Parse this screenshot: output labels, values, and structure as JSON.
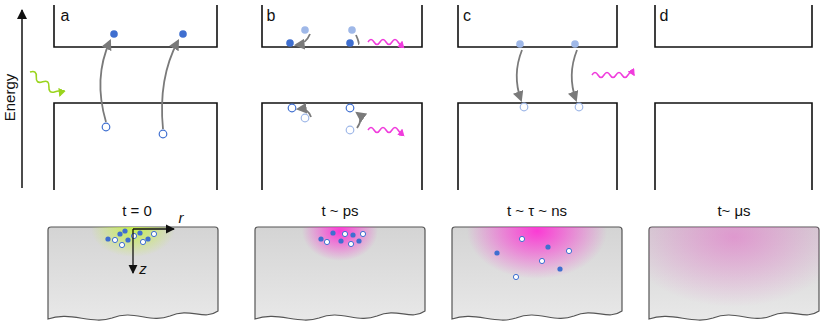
{
  "diagram": {
    "labels": [
      "Energy",
      "a",
      "b",
      "c",
      "d",
      "t = 0",
      "t ~ ps",
      "t ~ τ ~ ns",
      "t~ μs",
      "r",
      "z"
    ]
  }
}
